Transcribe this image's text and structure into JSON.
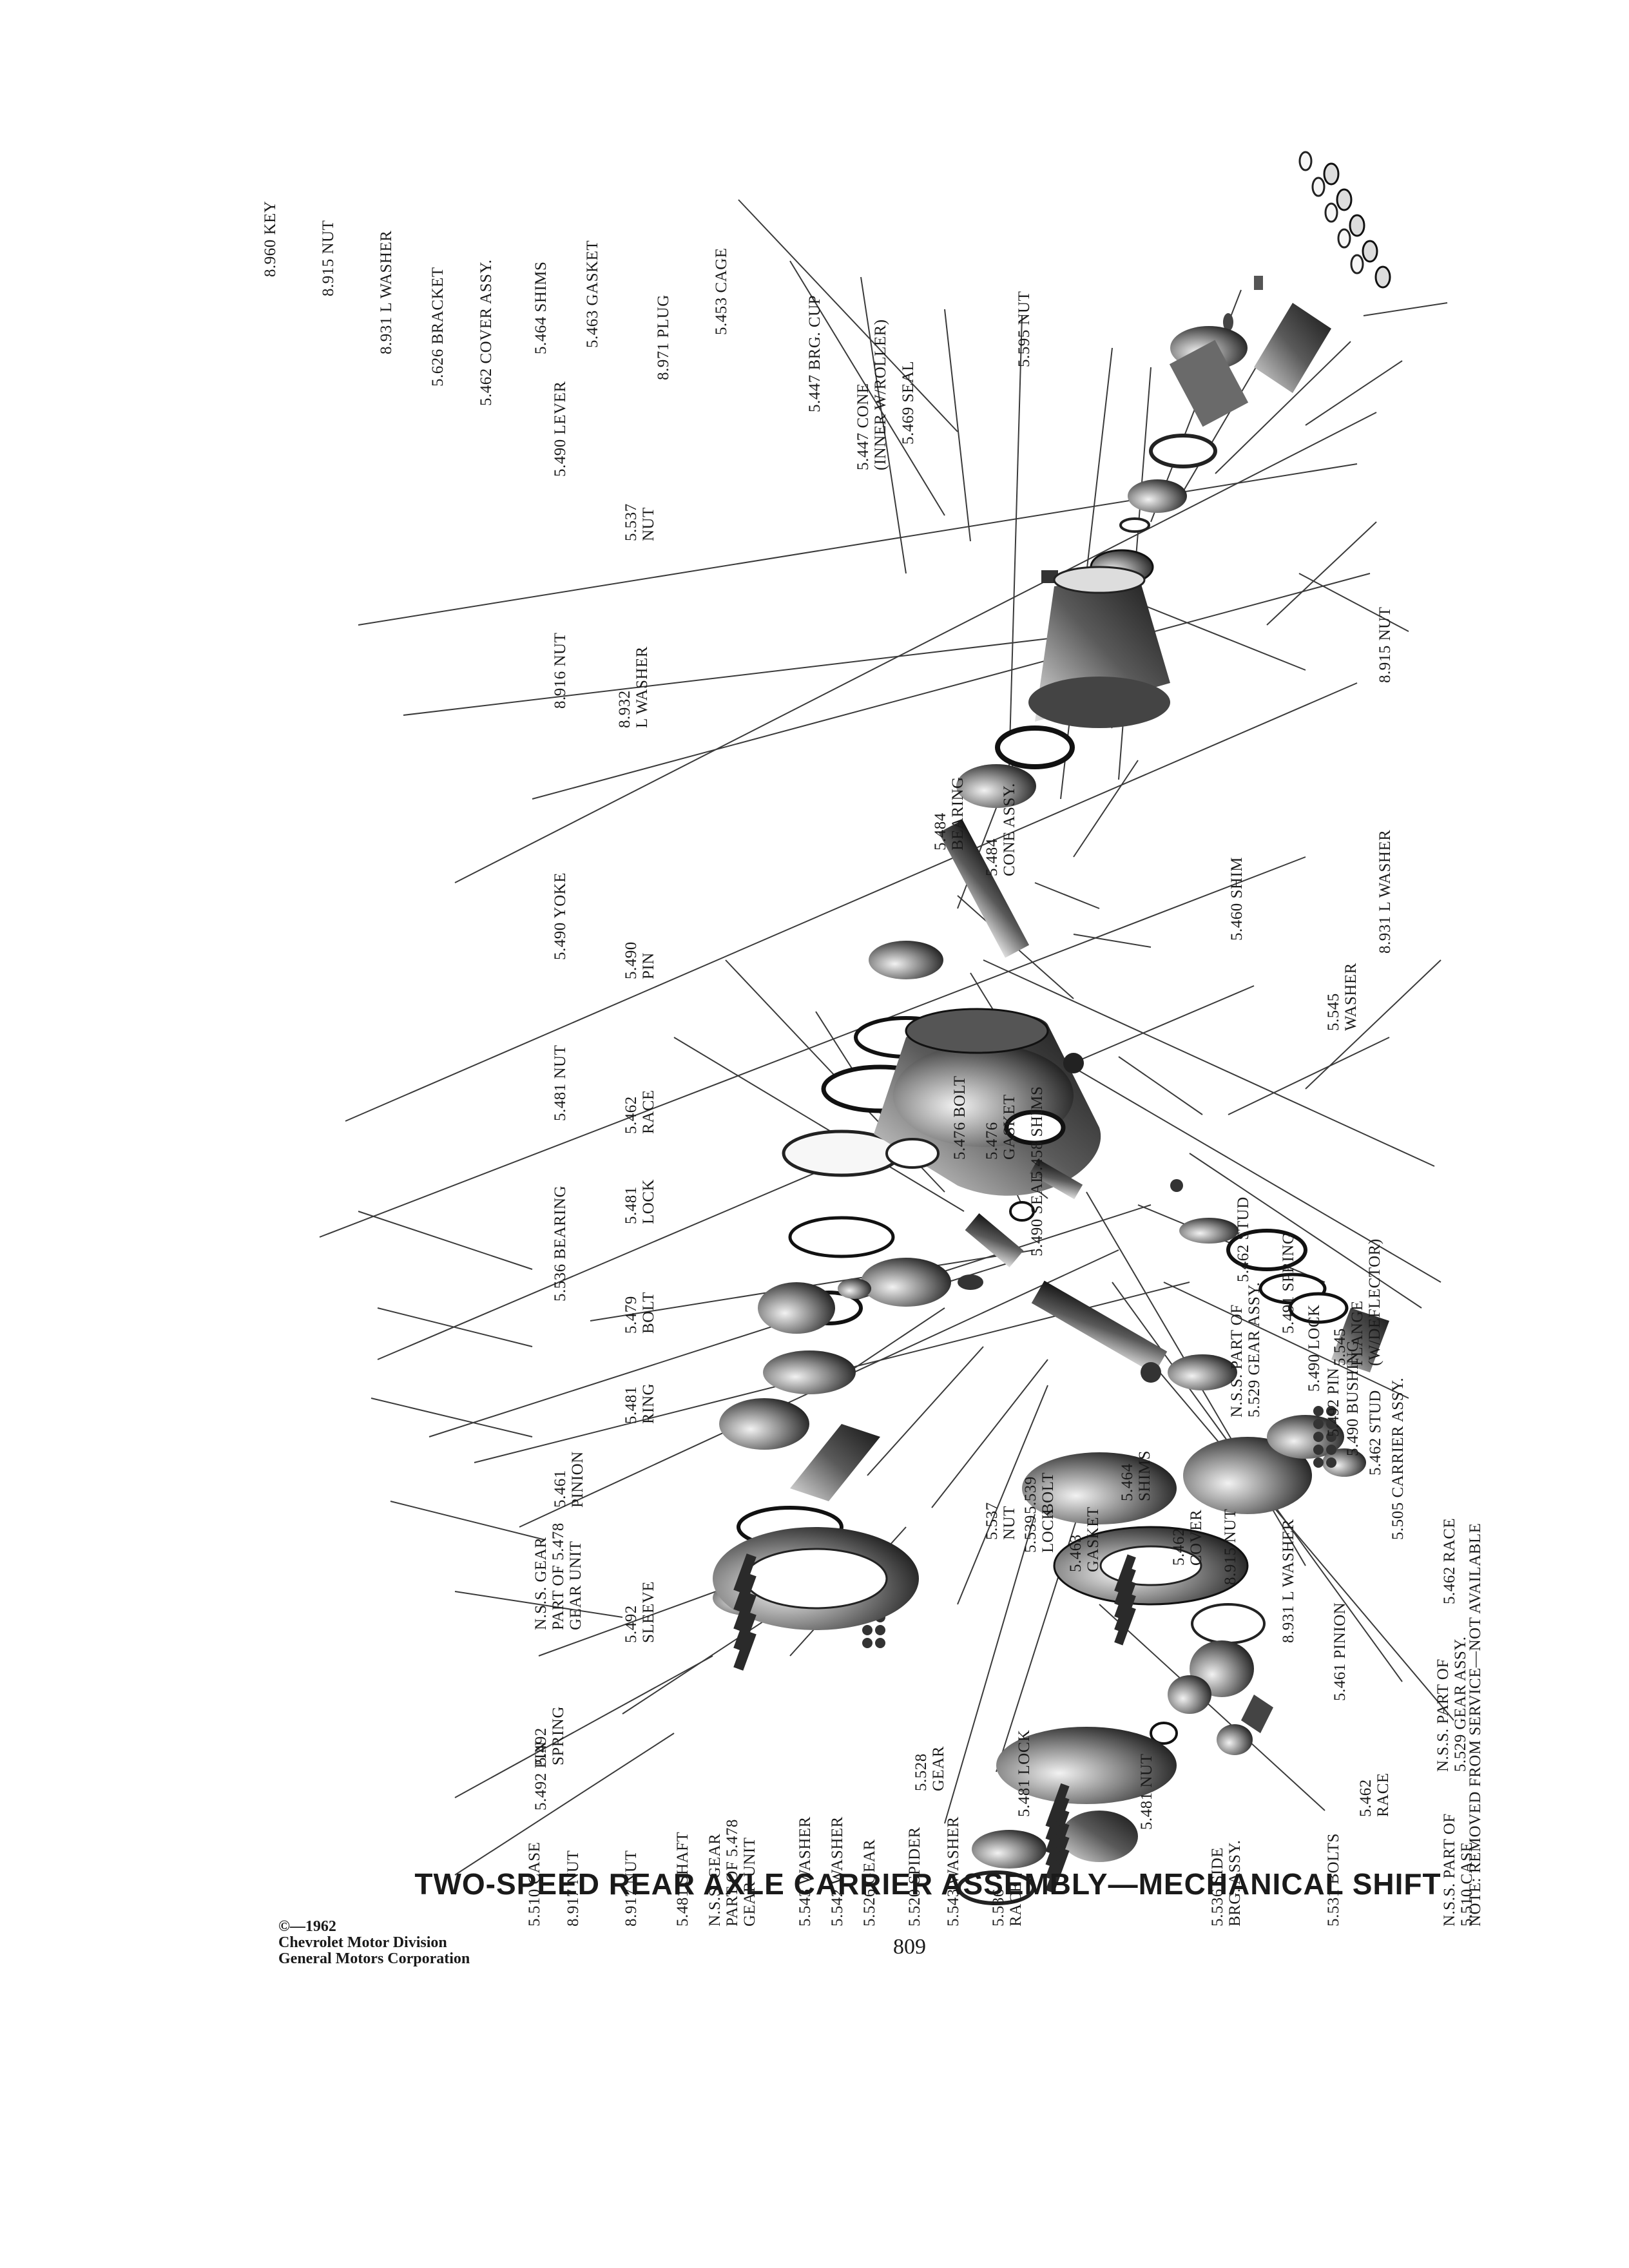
{
  "title": "TWO-SPEED REAR AXLE CARRIER ASSEMBLY—MECHANICAL SHIFT",
  "copyright": {
    "line1": "©—1962",
    "line2": "Chevrolet Motor Division",
    "line3": "General Motors Corporation"
  },
  "page_number": "809",
  "callouts": [
    {
      "id": "c01",
      "line1": "8.960 KEY"
    },
    {
      "id": "c02",
      "line1": "8.915 NUT"
    },
    {
      "id": "c03",
      "line1": "8.931 L WASHER"
    },
    {
      "id": "c04",
      "line1": "5.626 BRACKET"
    },
    {
      "id": "c05",
      "line1": "5.462 COVER ASSY."
    },
    {
      "id": "c06",
      "line1": "5.464 SHIMS"
    },
    {
      "id": "c07",
      "line1": "5.463 GASKET"
    },
    {
      "id": "c08",
      "line1": "8.971 PLUG"
    },
    {
      "id": "c09",
      "line1": "5.453 CAGE"
    },
    {
      "id": "c10",
      "line1": "5.447 BRG. CUP"
    },
    {
      "id": "c11",
      "line1": "5.447 CONE",
      "line2": "(INNER W/ROLLER)"
    },
    {
      "id": "c12",
      "line1": "5.469 SEAL"
    },
    {
      "id": "c13",
      "line1": "5.595 NUT"
    },
    {
      "id": "c14",
      "line1": "8.915 NUT"
    },
    {
      "id": "c15",
      "line1": "8.931 L WASHER"
    },
    {
      "id": "c16",
      "line1": "5.545",
      "line2": "WASHER"
    },
    {
      "id": "c17",
      "line1": "5.460 SHIM"
    },
    {
      "id": "c18",
      "line1": "5.545",
      "line2": "FLANGE",
      "line3": "(W/DEFLECTOR)"
    },
    {
      "id": "c19",
      "line1": "N.S.S. PART OF",
      "line2": "5.529 GEAR ASSY."
    },
    {
      "id": "c20",
      "line1": "5.484",
      "line2": "BEARING"
    },
    {
      "id": "c21",
      "line1": "5.484",
      "line2": "CONE ASSY."
    },
    {
      "id": "c22",
      "line1": "5.476 BOLT"
    },
    {
      "id": "c23",
      "line1": "5.476",
      "line2": "GASKET"
    },
    {
      "id": "c24",
      "line1": "5.458 SHIMS"
    },
    {
      "id": "c25",
      "line1": "5.490 LEVER"
    },
    {
      "id": "c26",
      "line1": "5.537",
      "line2": "NUT"
    },
    {
      "id": "c27",
      "line1": "8.916 NUT"
    },
    {
      "id": "c28",
      "line1": "8.932",
      "line2": "L WASHER"
    },
    {
      "id": "c29",
      "line1": "5.490 YOKE"
    },
    {
      "id": "c30",
      "line1": "5.490",
      "line2": "PIN"
    },
    {
      "id": "c31",
      "line1": "5.490 SEAL"
    },
    {
      "id": "c32",
      "line1": "5.481 NUT"
    },
    {
      "id": "c33",
      "line1": "5.462",
      "line2": "RACE"
    },
    {
      "id": "c34",
      "line1": "5.462 STUD"
    },
    {
      "id": "c35",
      "line1": "5.491 SPRING"
    },
    {
      "id": "c36",
      "line1": "5.490 LOCK"
    },
    {
      "id": "c37",
      "line1": "5.481",
      "line2": "LOCK"
    },
    {
      "id": "c38",
      "line1": "5.492 PIN"
    },
    {
      "id": "c39",
      "line1": "5.490 BUSHING"
    },
    {
      "id": "c40",
      "line1": "5.462 STUD"
    },
    {
      "id": "c41",
      "line1": "5.505 CARRIER ASSY."
    },
    {
      "id": "c42",
      "line1": "5.536 BEARING"
    },
    {
      "id": "c43",
      "line1": "5.479",
      "line2": "BOLT"
    },
    {
      "id": "c44",
      "line1": "5.462 RACE"
    },
    {
      "id": "c45",
      "line1": "5.481",
      "line2": "RING"
    },
    {
      "id": "c46",
      "line1": "5.464",
      "line2": "SHIMS"
    },
    {
      "id": "c47",
      "line1": "5.461",
      "line2": "PINION"
    },
    {
      "id": "c48",
      "line1": "5.539",
      "line2": "BOLT"
    },
    {
      "id": "c49",
      "line1": "5.539",
      "line2": "LOCK"
    },
    {
      "id": "c50",
      "line1": "5.537",
      "line2": "NUT"
    },
    {
      "id": "c51",
      "line1": "5.463",
      "line2": "GASKET"
    },
    {
      "id": "c52",
      "line1": "5.462",
      "line2": "COVER"
    },
    {
      "id": "c53",
      "line1": "8.915 NUT"
    },
    {
      "id": "c54",
      "line1": "8.931 L WASHER"
    },
    {
      "id": "c55",
      "line1": "N.S.S. GEAR",
      "line2": "PART OF 5.478",
      "line3": "GEAR UNIT"
    },
    {
      "id": "c56",
      "line1": "5.492",
      "line2": "SLEEVE"
    },
    {
      "id": "c57",
      "line1": "5.461 PINION"
    },
    {
      "id": "c58",
      "line1": "5.492",
      "line2": "SPRING"
    },
    {
      "id": "c59",
      "line1": "N.S.S. PART OF",
      "line2": "5.529 GEAR ASSY."
    },
    {
      "id": "c60",
      "line1": "5.492 PIN"
    },
    {
      "id": "c61",
      "line1": "5.528",
      "line2": "GEAR"
    },
    {
      "id": "c62",
      "line1": "5.481 LOCK"
    },
    {
      "id": "c63",
      "line1": "5.481 NUT"
    },
    {
      "id": "c64",
      "line1": "5.462",
      "line2": "RACE"
    },
    {
      "id": "c65",
      "line1": "5.510 CASE"
    },
    {
      "id": "c66",
      "line1": "8.917 NUT"
    },
    {
      "id": "c67",
      "line1": "8.917 NUT"
    },
    {
      "id": "c68",
      "line1": "5.481 SHAFT"
    },
    {
      "id": "c69",
      "line1": "N.S.S. GEAR",
      "line2": "PART OF 5.478",
      "line3": "GEAR UNIT"
    },
    {
      "id": "c70",
      "line1": "5.543 WASHER"
    },
    {
      "id": "c71",
      "line1": "5.542 WASHER"
    },
    {
      "id": "c72",
      "line1": "5.526 GEAR"
    },
    {
      "id": "c73",
      "line1": "5.520 SPIDER"
    },
    {
      "id": "c74",
      "line1": "5.543 WASHER"
    },
    {
      "id": "c75",
      "line1": "5.536",
      "line2": "RACE"
    },
    {
      "id": "c76",
      "line1": "5.536 SIDE",
      "line2": "BRG. ASSY."
    },
    {
      "id": "c77",
      "line1": "5.531 BOLTS"
    },
    {
      "id": "c78",
      "line1": "N.S.S. PART OF",
      "line2": "5.510 CASE"
    },
    {
      "id": "c79",
      "line1": "NOTE: REMOVED FROM SERVICE—NOT AVAILABLE"
    }
  ]
}
